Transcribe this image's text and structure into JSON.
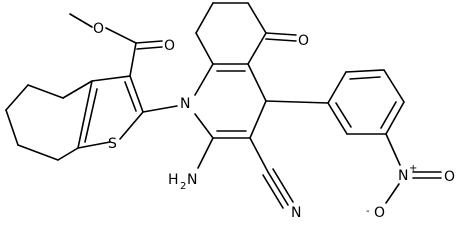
{
  "atoms": {
    "o_ester_methoxy": "O",
    "o_ester_carbonyl": "O",
    "s_thiophene": "S",
    "n_ring": "N",
    "o_ketone": "O",
    "n_amino": "H",
    "n_amino_sub": "2",
    "n_amino_n": "N",
    "n_nitrile": "N",
    "n_nitro_plus": "N",
    "n_nitro_charge": "+",
    "o_nitro_right": "O",
    "o_nitro_bottom": "O",
    "o_nitro_charge": "-"
  }
}
